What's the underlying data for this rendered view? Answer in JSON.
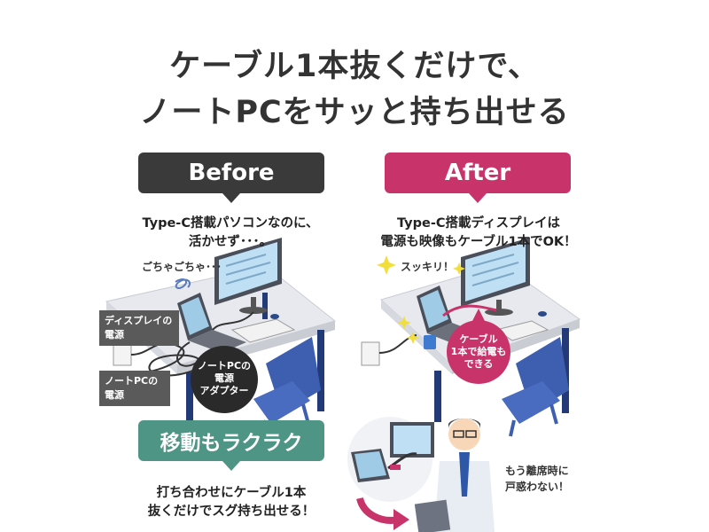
{
  "headline": {
    "line1": "ケーブル1本抜くだけで、",
    "line2": "ノートPCをサッと持ち出せる"
  },
  "before": {
    "label": "Before",
    "caption_line1": "Type-C搭載パソコンなのに、",
    "caption_line2": "活かせず･･･。",
    "messy_text": "ごちゃごちゃ･･･",
    "display_power_line1": "ディスプレイの",
    "display_power_line2": "電源",
    "notepc_power_line1": "ノートPCの",
    "notepc_power_line2": "電源",
    "adapter_line1": "ノートPCの",
    "adapter_line2": "電源",
    "adapter_line3": "アダプター"
  },
  "after": {
    "label": "After",
    "caption_line1": "Type-C搭載ディスプレイは",
    "caption_line2": "電源も映像もケーブル1本でOK！",
    "clean_text": "スッキリ！",
    "cable_line1": "ケーブル",
    "cable_line2": "1本で給電も",
    "cable_line3": "できる"
  },
  "move": {
    "label": "移動もラクラク",
    "caption_line1": "打ち合わせにケーブル1本",
    "caption_line2": "抜くだけでスグ持ち出せる！",
    "speech_line1": "もう離席時に",
    "speech_line2": "戸惑わない！"
  },
  "colors": {
    "before": "#3a3a3a",
    "after": "#c8336a",
    "move": "#4e9585",
    "chair": "#3e5fb0",
    "desk": "#e6e8ec",
    "leg": "#223a78"
  }
}
